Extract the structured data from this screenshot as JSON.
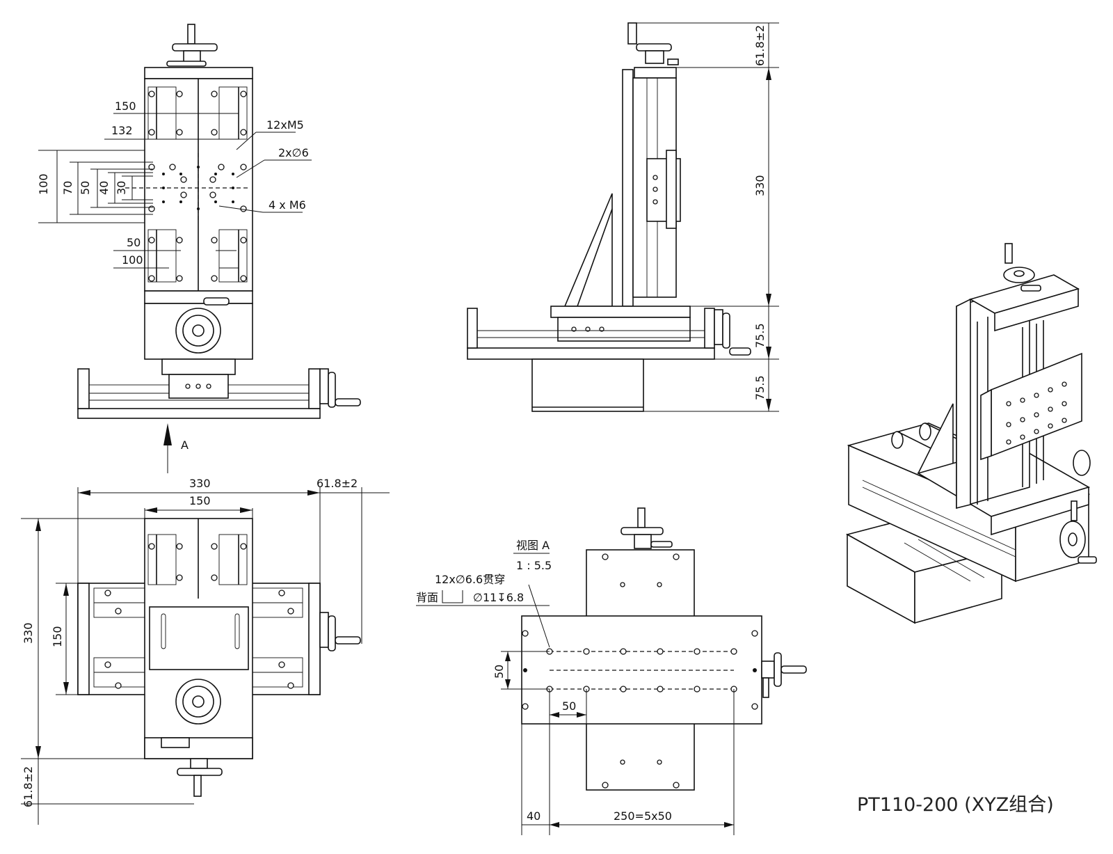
{
  "title": "PT110-200 (XYZ组合)",
  "top_view": {
    "dims": {
      "w150": "150",
      "w132": "132",
      "holes_12": "12xM5",
      "holes_2": "2x∅6",
      "holes_4": "4 x M6",
      "h100": "100",
      "h70": "70",
      "h50": "50",
      "h40": "40",
      "h30": "30",
      "s50": "50",
      "s100": "100"
    },
    "view_arrow": "A"
  },
  "side_view": {
    "dims": {
      "top_offset": "61.8±2",
      "height": "330",
      "lower1": "75.5",
      "lower2": "75.5"
    }
  },
  "bottom_view": {
    "dims": {
      "width": "330",
      "inner": "150",
      "offset": "61.8±2",
      "height": "330",
      "inner_h": "150",
      "bottom_offset": "61.8±2"
    }
  },
  "view_a": {
    "label": "视图 A",
    "scale": "1 : 5.5",
    "note1": "12x∅6.6贯穿",
    "note2_prefix": "背面",
    "note2_suffix": "∅11↧6.8",
    "dims": {
      "h50": "50",
      "s50": "50",
      "edge40": "40",
      "pitch": "250=5x50"
    }
  }
}
